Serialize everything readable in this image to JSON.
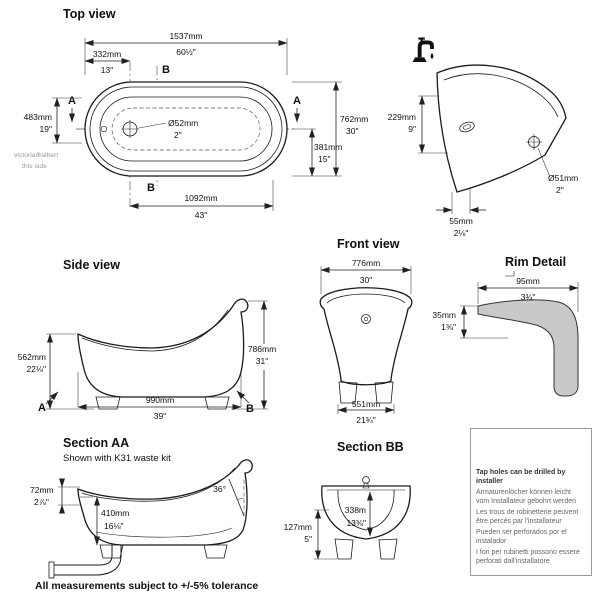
{
  "notes": {
    "tolerance": "All measurements subject to +/-5% tolerance"
  },
  "brand": {
    "logo": "victoria⊕albert",
    "side": "this side"
  },
  "top_view": {
    "title": "Top view",
    "a": "A",
    "b": "B",
    "length_mm": "1537mm",
    "length_in": "60½\"",
    "tap_mm": "332mm",
    "tap_in": "13\"",
    "left_mm": "483mm",
    "left_in": "19\"",
    "width_mm": "762mm",
    "width_in": "30\"",
    "half_mm": "381mm",
    "half_in": "15\"",
    "inner_mm": "1092mm",
    "inner_in": "43\"",
    "drain_mm": "Ø52mm",
    "drain_in": "2\""
  },
  "end_view": {
    "height_mm": "229mm",
    "height_in": "9\"",
    "offset_mm": "55mm",
    "offset_in": "2⅛\"",
    "hole_mm": "Ø51mm",
    "hole_in": "2\""
  },
  "side_view": {
    "title": "Side view",
    "a": "A",
    "b": "B",
    "left_mm": "562mm",
    "left_in": "22⅛\"",
    "right_mm": "786mm",
    "right_in": "31\"",
    "base_mm": "990mm",
    "base_in": "39\""
  },
  "front_view": {
    "title": "Front view",
    "top_mm": "776mm",
    "top_in": "30\"",
    "base_mm": "551mm",
    "base_in": "21¾\""
  },
  "rim_detail": {
    "title": "Rim Detail",
    "width_mm": "95mm",
    "width_in": "3¾\"",
    "height_mm": "35mm",
    "height_in": "1⅜\""
  },
  "section_aa": {
    "title": "Section AA",
    "subtitle": "Shown with K31 waste kit",
    "h1_mm": "72mm",
    "h1_in": "2⅞\"",
    "h2_mm": "410mm",
    "h2_in": "16⅛\"",
    "angle": "36°"
  },
  "section_bb": {
    "title": "Section BB",
    "h1_mm": "127mm",
    "h1_in": "5\"",
    "h2_mm": "338m",
    "h2_in": "13⅜\""
  },
  "tap_note": {
    "en": "Tap holes can be drilled by installer",
    "de": "Armaturenlöcher können leicht vom Installateur gebohrt werden",
    "fr": "Les trous de robinetterie peuvent être percés par l'installateur",
    "es": "Pueden ser perforados por el instalador",
    "it": "I fori per rubinetti possono essere perforati dall'installatore"
  }
}
